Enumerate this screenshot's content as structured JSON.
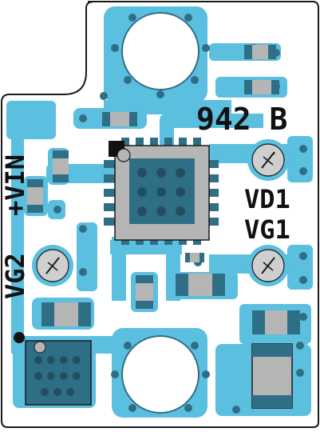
{
  "board": {
    "part_marking": "942 B",
    "labels": {
      "vin": "+VIN",
      "vg2": "VG2",
      "vd1": "VD1",
      "vg1": "VG1"
    }
  },
  "colors": {
    "board_outline": "#1a1a1a",
    "copper": "#5bbfe0",
    "mask_dark": "#2f6f86",
    "component_gray": "#b5b5b5",
    "via": "#2f6f86",
    "text": "#111111"
  }
}
